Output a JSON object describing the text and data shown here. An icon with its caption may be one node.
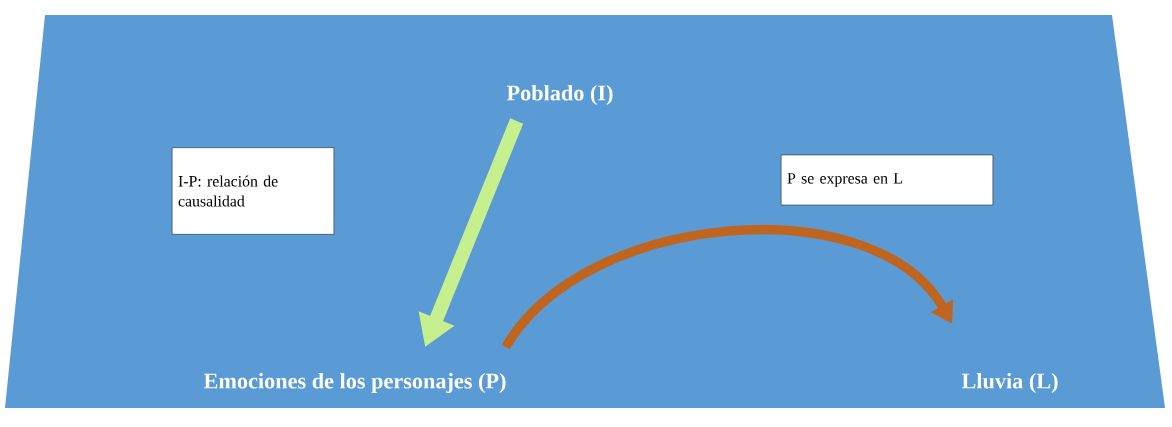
{
  "diagram": {
    "nodes": [
      {
        "text": [
          "Poblado (I)"
        ]
      },
      {
        "text": [
          "Emociones de los personajes (P)"
        ]
      },
      {
        "text": [
          "Lluvia (L)"
        ]
      },
      {
        "text": [
          "I-P: relación de causalidad"
        ]
      },
      {
        "text": [
          "P se expresa en L"
        ]
      }
    ],
    "edges": [
      {
        "from": 0,
        "to": 1,
        "arrow": "to",
        "color": "#c6ef8e"
      },
      {
        "from": 1,
        "to": 2,
        "arrow": "to",
        "color": "#c0651f"
      }
    ]
  }
}
